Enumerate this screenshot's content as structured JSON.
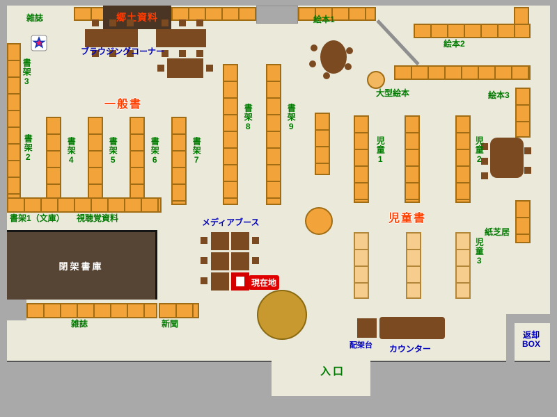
{
  "labels": {
    "magazines_top": "雑誌",
    "local_materials": "郷土資料",
    "browsing_corner": "ブラウジングコーナー",
    "shelf3": "書架3",
    "general_books": "一般書",
    "shelf2": "書架2",
    "shelf4": "書架4",
    "shelf5": "書架5",
    "shelf6": "書架6",
    "shelf7": "書架7",
    "shelf8": "書架8",
    "shelf9": "書架9",
    "picture_book1": "絵本1",
    "picture_book2": "絵本2",
    "large_picture_books": "大型絵本",
    "picture_book3": "絵本3",
    "children1": "児童1",
    "children2": "児童2",
    "children_books": "児童書",
    "kamishibai": "紙芝居",
    "children3": "児童3",
    "shelf1_bunko": "書架1（文庫）",
    "audio_visual": "視聴覚資料",
    "media_booth": "メディアブース",
    "current_location": "現在地",
    "closed_stacks": "閉架書庫",
    "magazines_bottom": "雑誌",
    "newspapers": "新聞",
    "shelving_stand": "配架台",
    "counter": "カウンター",
    "return_box": "返却BOX",
    "entrance": "入口"
  },
  "icons": {
    "magazine_marker": "star"
  },
  "colors": {
    "floor": "#eae9da",
    "wall_gray": "#a9a9a9",
    "shelf_orange": "#f2a43a",
    "shelf_orange_border": "#a06d15",
    "shelf_tan": "#f6cd8d",
    "furniture_brown": "#7b4a21",
    "closed_stacks_brown": "#564434",
    "kyodo_block_brown": "#4a3424",
    "label_green": "#007a00",
    "label_blue": "#0000bb",
    "label_red": "#ff4000",
    "current_location_red": "#e00000"
  }
}
